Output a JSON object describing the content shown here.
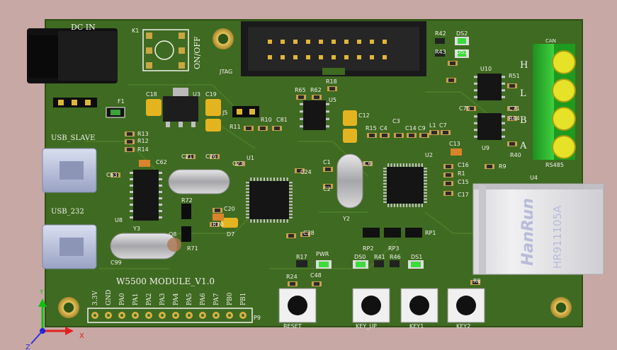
{
  "board": {
    "name": "W5500 MODULE_V1.0",
    "colors": {
      "pcb": "#3f6a21",
      "pcb_dark": "#2e5417",
      "silk": "#f2f2ee",
      "gold": "#c9a642",
      "terminal": "#2db62d",
      "background": "#c8a8a4"
    }
  },
  "labels": {
    "dc_in": "DC IN",
    "k1": "K1",
    "on_off": "ON/OFF",
    "jtag": "JTAG",
    "f1": "F1",
    "c18": "C18",
    "u3": "U3",
    "c19": "C19",
    "j5": "J5",
    "r11": "R11",
    "r10": "R10",
    "c81": "C81",
    "r65": "R65",
    "r62": "R62",
    "r18": "R18",
    "u5": "U5",
    "c12": "C12",
    "r42": "R42",
    "ds2": "DS2",
    "r43": "R43",
    "ds3": "DS3",
    "u10": "U10",
    "r51": "R51",
    "c75": "C75",
    "c71": "C71",
    "r44": "R44",
    "u9": "U9",
    "r40": "R40",
    "h": "H",
    "l": "L",
    "b": "B",
    "a": "A",
    "can": "CAN",
    "rs485": "RS485",
    "usb_slave": "USB_SLAVE",
    "usb_232": "USB_232",
    "r13": "R13",
    "r12": "R12",
    "r14": "R14",
    "c63": "C63",
    "c62": "C62",
    "c21": "C21",
    "c26": "C26",
    "u1": "U1",
    "c23": "C23",
    "c24": "C24",
    "c1": "C1",
    "c6": "C6",
    "c2": "C2",
    "y2": "Y2",
    "r15": "R15",
    "c4": "C4",
    "c3": "C3",
    "c14": "C14",
    "c9": "C9",
    "l1": "L1",
    "c7": "C7",
    "u2": "U2",
    "c13": "C13",
    "c16": "C16",
    "r1": "R1",
    "c15": "C15",
    "r9": "R9",
    "c17": "C17",
    "u4": "U4",
    "r72": "R72",
    "c20": "C20",
    "r70": "R70",
    "d7": "D7",
    "r71": "R71",
    "q8": "Q8",
    "u8": "U8",
    "y3": "Y3",
    "c28": "C28",
    "rp2": "RP2",
    "rp3": "RP3",
    "rp1": "RP1",
    "c99": "C99",
    "r17": "R17",
    "pwr": "PWR",
    "ds0": "DS0",
    "r41": "R41",
    "r46": "R46",
    "ds1": "DS1",
    "r24": "R24",
    "c48": "C48",
    "r8": "R8",
    "hanrun": "HanRun",
    "hr_part": "HR911105A",
    "p9": "P9"
  },
  "header_pins": [
    "3.3V",
    "GND",
    "PA0",
    "PA1",
    "PA2",
    "PA3",
    "PA4",
    "PA5",
    "PA6",
    "PA7",
    "PB0",
    "PB1"
  ],
  "buttons": [
    {
      "id": "reset",
      "label": "RESET"
    },
    {
      "id": "key_up",
      "label": "KEY_UP"
    },
    {
      "id": "key1",
      "label": "KEY1"
    },
    {
      "id": "key2",
      "label": "KEY2"
    }
  ],
  "axes": {
    "x": "X",
    "y": "Y",
    "z": "Z"
  }
}
